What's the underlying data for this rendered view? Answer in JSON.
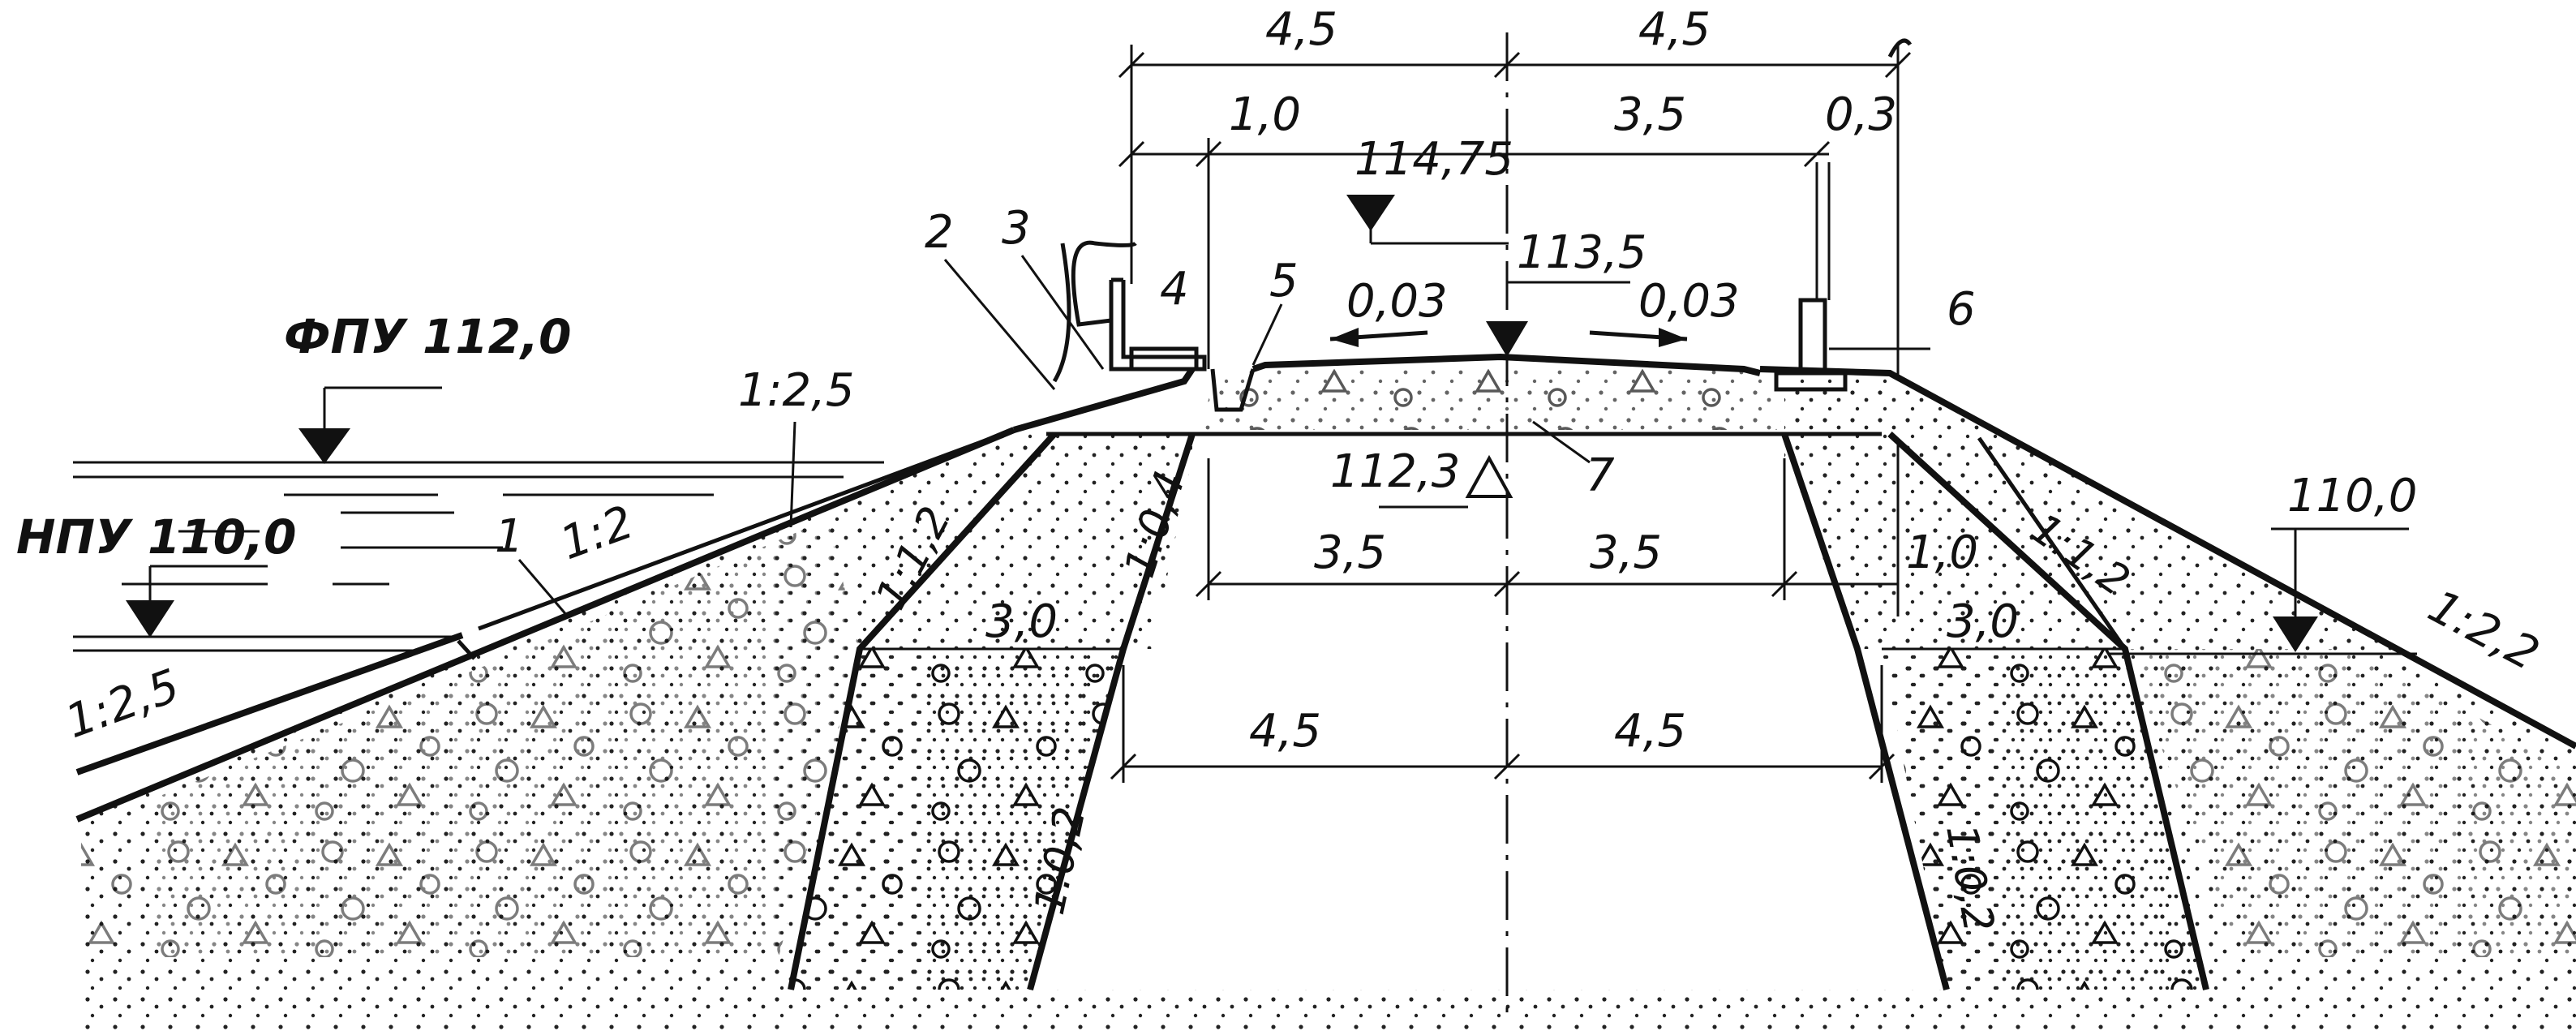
{
  "levels": {
    "fpu": "ФПУ 112,0",
    "npu": "НПУ 110,0",
    "crest": "113,5",
    "top_level": "114,75",
    "base_level": "112,3",
    "right_level": "110,0"
  },
  "top_dims": {
    "left_half": "4,5",
    "right_half": "4,5",
    "left_part": "1,0",
    "center_part": "3,5",
    "right_part": "0,3"
  },
  "crossfall": {
    "left": "0,03",
    "right": "0,03"
  },
  "slopes": {
    "upper_face": "1:2,5",
    "revetment": "1:2",
    "lower_face": "1:2,5",
    "left_core_outer": "1:1,2",
    "left_core_inner": "1:0,4",
    "left_core_lower": "1:0,2",
    "right_core_outer": "1:1,2",
    "right_core_lower": "1:0,2",
    "downstream": "1:2,2"
  },
  "mid_dims": {
    "left_35": "3,5",
    "right_35": "3,5",
    "right_10": "1,0",
    "left_30": "3,0",
    "right_30": "3,0"
  },
  "low_dims": {
    "left_45": "4,5",
    "right_45": "4,5"
  },
  "callouts": [
    "1",
    "2",
    "3",
    "4",
    "5",
    "6",
    "7"
  ],
  "water_marker_icon": "triangle-level-icon"
}
